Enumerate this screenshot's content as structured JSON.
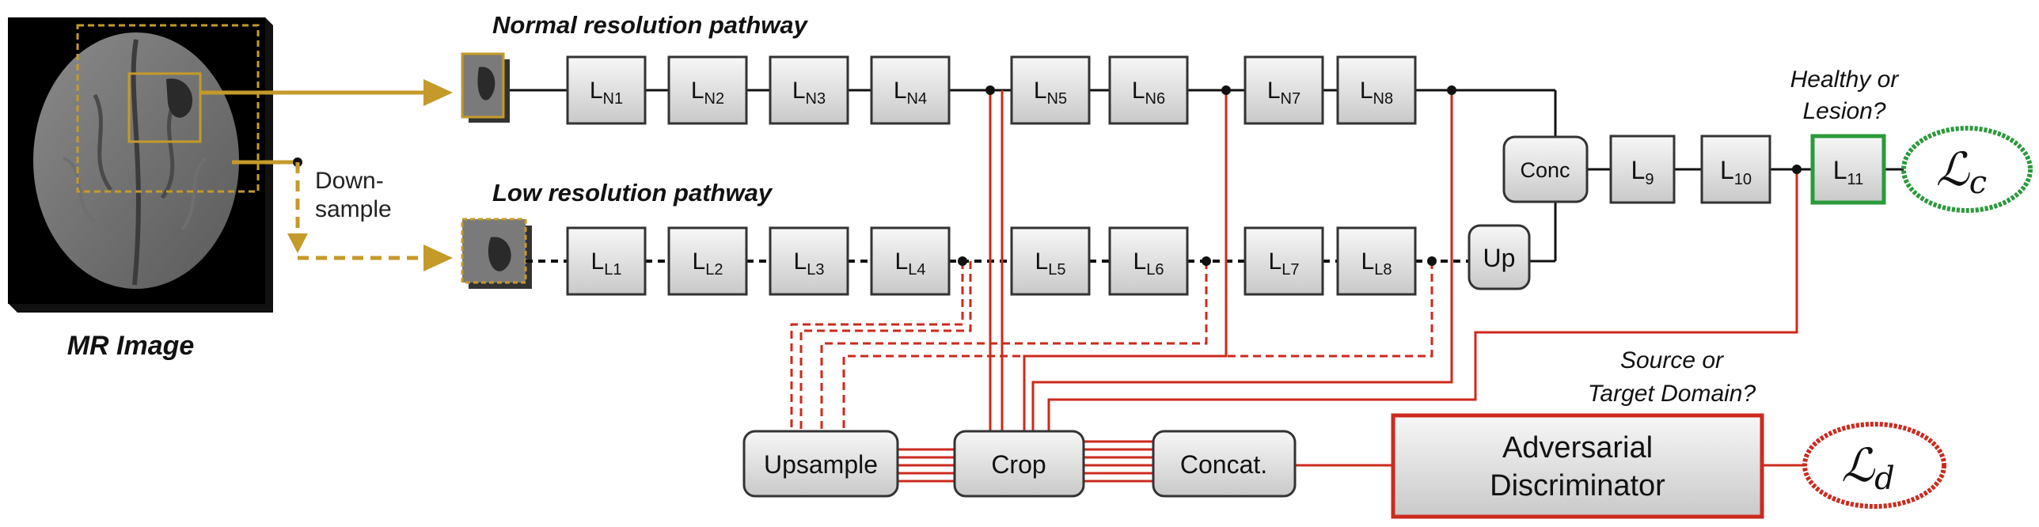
{
  "image_caption": "MR Image",
  "downsample_label": [
    "Down-",
    "sample"
  ],
  "pathways": {
    "normal_title": "Normal resolution pathway",
    "low_title": "Low resolution pathway"
  },
  "layers": {
    "normal": [
      {
        "main": "L",
        "sub": "N1"
      },
      {
        "main": "L",
        "sub": "N2"
      },
      {
        "main": "L",
        "sub": "N3"
      },
      {
        "main": "L",
        "sub": "N4"
      },
      {
        "main": "L",
        "sub": "N5"
      },
      {
        "main": "L",
        "sub": "N6"
      },
      {
        "main": "L",
        "sub": "N7"
      },
      {
        "main": "L",
        "sub": "N8"
      }
    ],
    "low": [
      {
        "main": "L",
        "sub": "L1"
      },
      {
        "main": "L",
        "sub": "L2"
      },
      {
        "main": "L",
        "sub": "L3"
      },
      {
        "main": "L",
        "sub": "L4"
      },
      {
        "main": "L",
        "sub": "L5"
      },
      {
        "main": "L",
        "sub": "L6"
      },
      {
        "main": "L",
        "sub": "L7"
      },
      {
        "main": "L",
        "sub": "L8"
      }
    ],
    "shared": [
      {
        "main": "L",
        "sub": "9"
      },
      {
        "main": "L",
        "sub": "10"
      },
      {
        "main": "L",
        "sub": "11"
      }
    ]
  },
  "conc_label": "Conc",
  "up_label": "Up",
  "question_classifier": [
    "Healthy or",
    "Lesion?"
  ],
  "question_domain": [
    "Source or",
    "Target Domain?"
  ],
  "loss_c": {
    "script": "ℒ",
    "sub": "c"
  },
  "loss_d": {
    "script": "ℒ",
    "sub": "d"
  },
  "bottom_blocks": {
    "upsample": "Upsample",
    "crop": "Crop",
    "concat": "Concat."
  },
  "discriminator": [
    "Adversarial",
    "Discriminator"
  ],
  "colors": {
    "gold": "#c49a2a",
    "red": "#cc2a1e",
    "green": "#2a9a3a",
    "box_border": "#333333"
  }
}
